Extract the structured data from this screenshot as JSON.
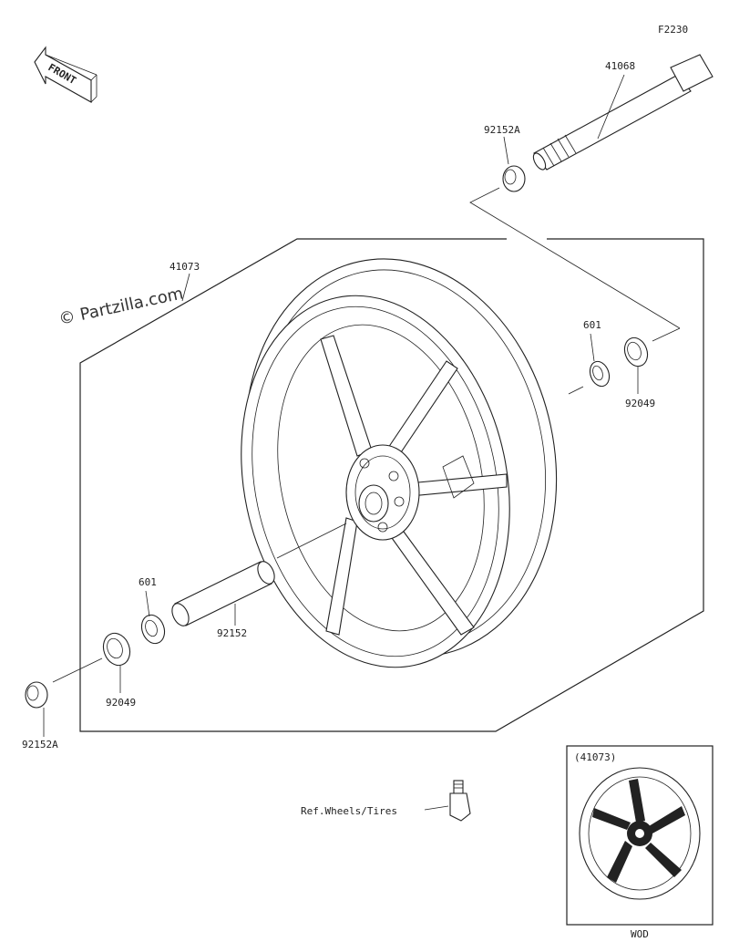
{
  "figure_code": "F2230",
  "watermark": "© Partzilla.com",
  "front_arrow_label": "FRONT",
  "ref_note": "Ref.Wheels/Tires",
  "inset": {
    "title": "(41073)",
    "caption": "WOD"
  },
  "parts": {
    "axle": "41068",
    "collar_top": "92152A",
    "wheel": "41073",
    "bearing_right": "601",
    "seal_right": "92049",
    "bearing_left": "601",
    "spacer": "92152",
    "seal_left": "92049",
    "collar_bottom": "92152A"
  }
}
